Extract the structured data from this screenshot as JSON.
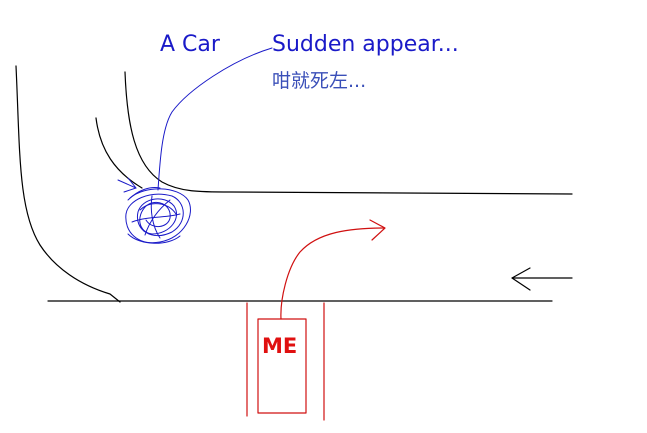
{
  "labels": {
    "car": "A Car",
    "caption_line1": "Sudden appear...",
    "caption_line2": "咁就死左...",
    "me": "ME"
  },
  "colors": {
    "road": "#000000",
    "car_annotation": "#1a1ac8",
    "caption_secondary": "#3a4fb8",
    "me_path": "#d01010"
  }
}
